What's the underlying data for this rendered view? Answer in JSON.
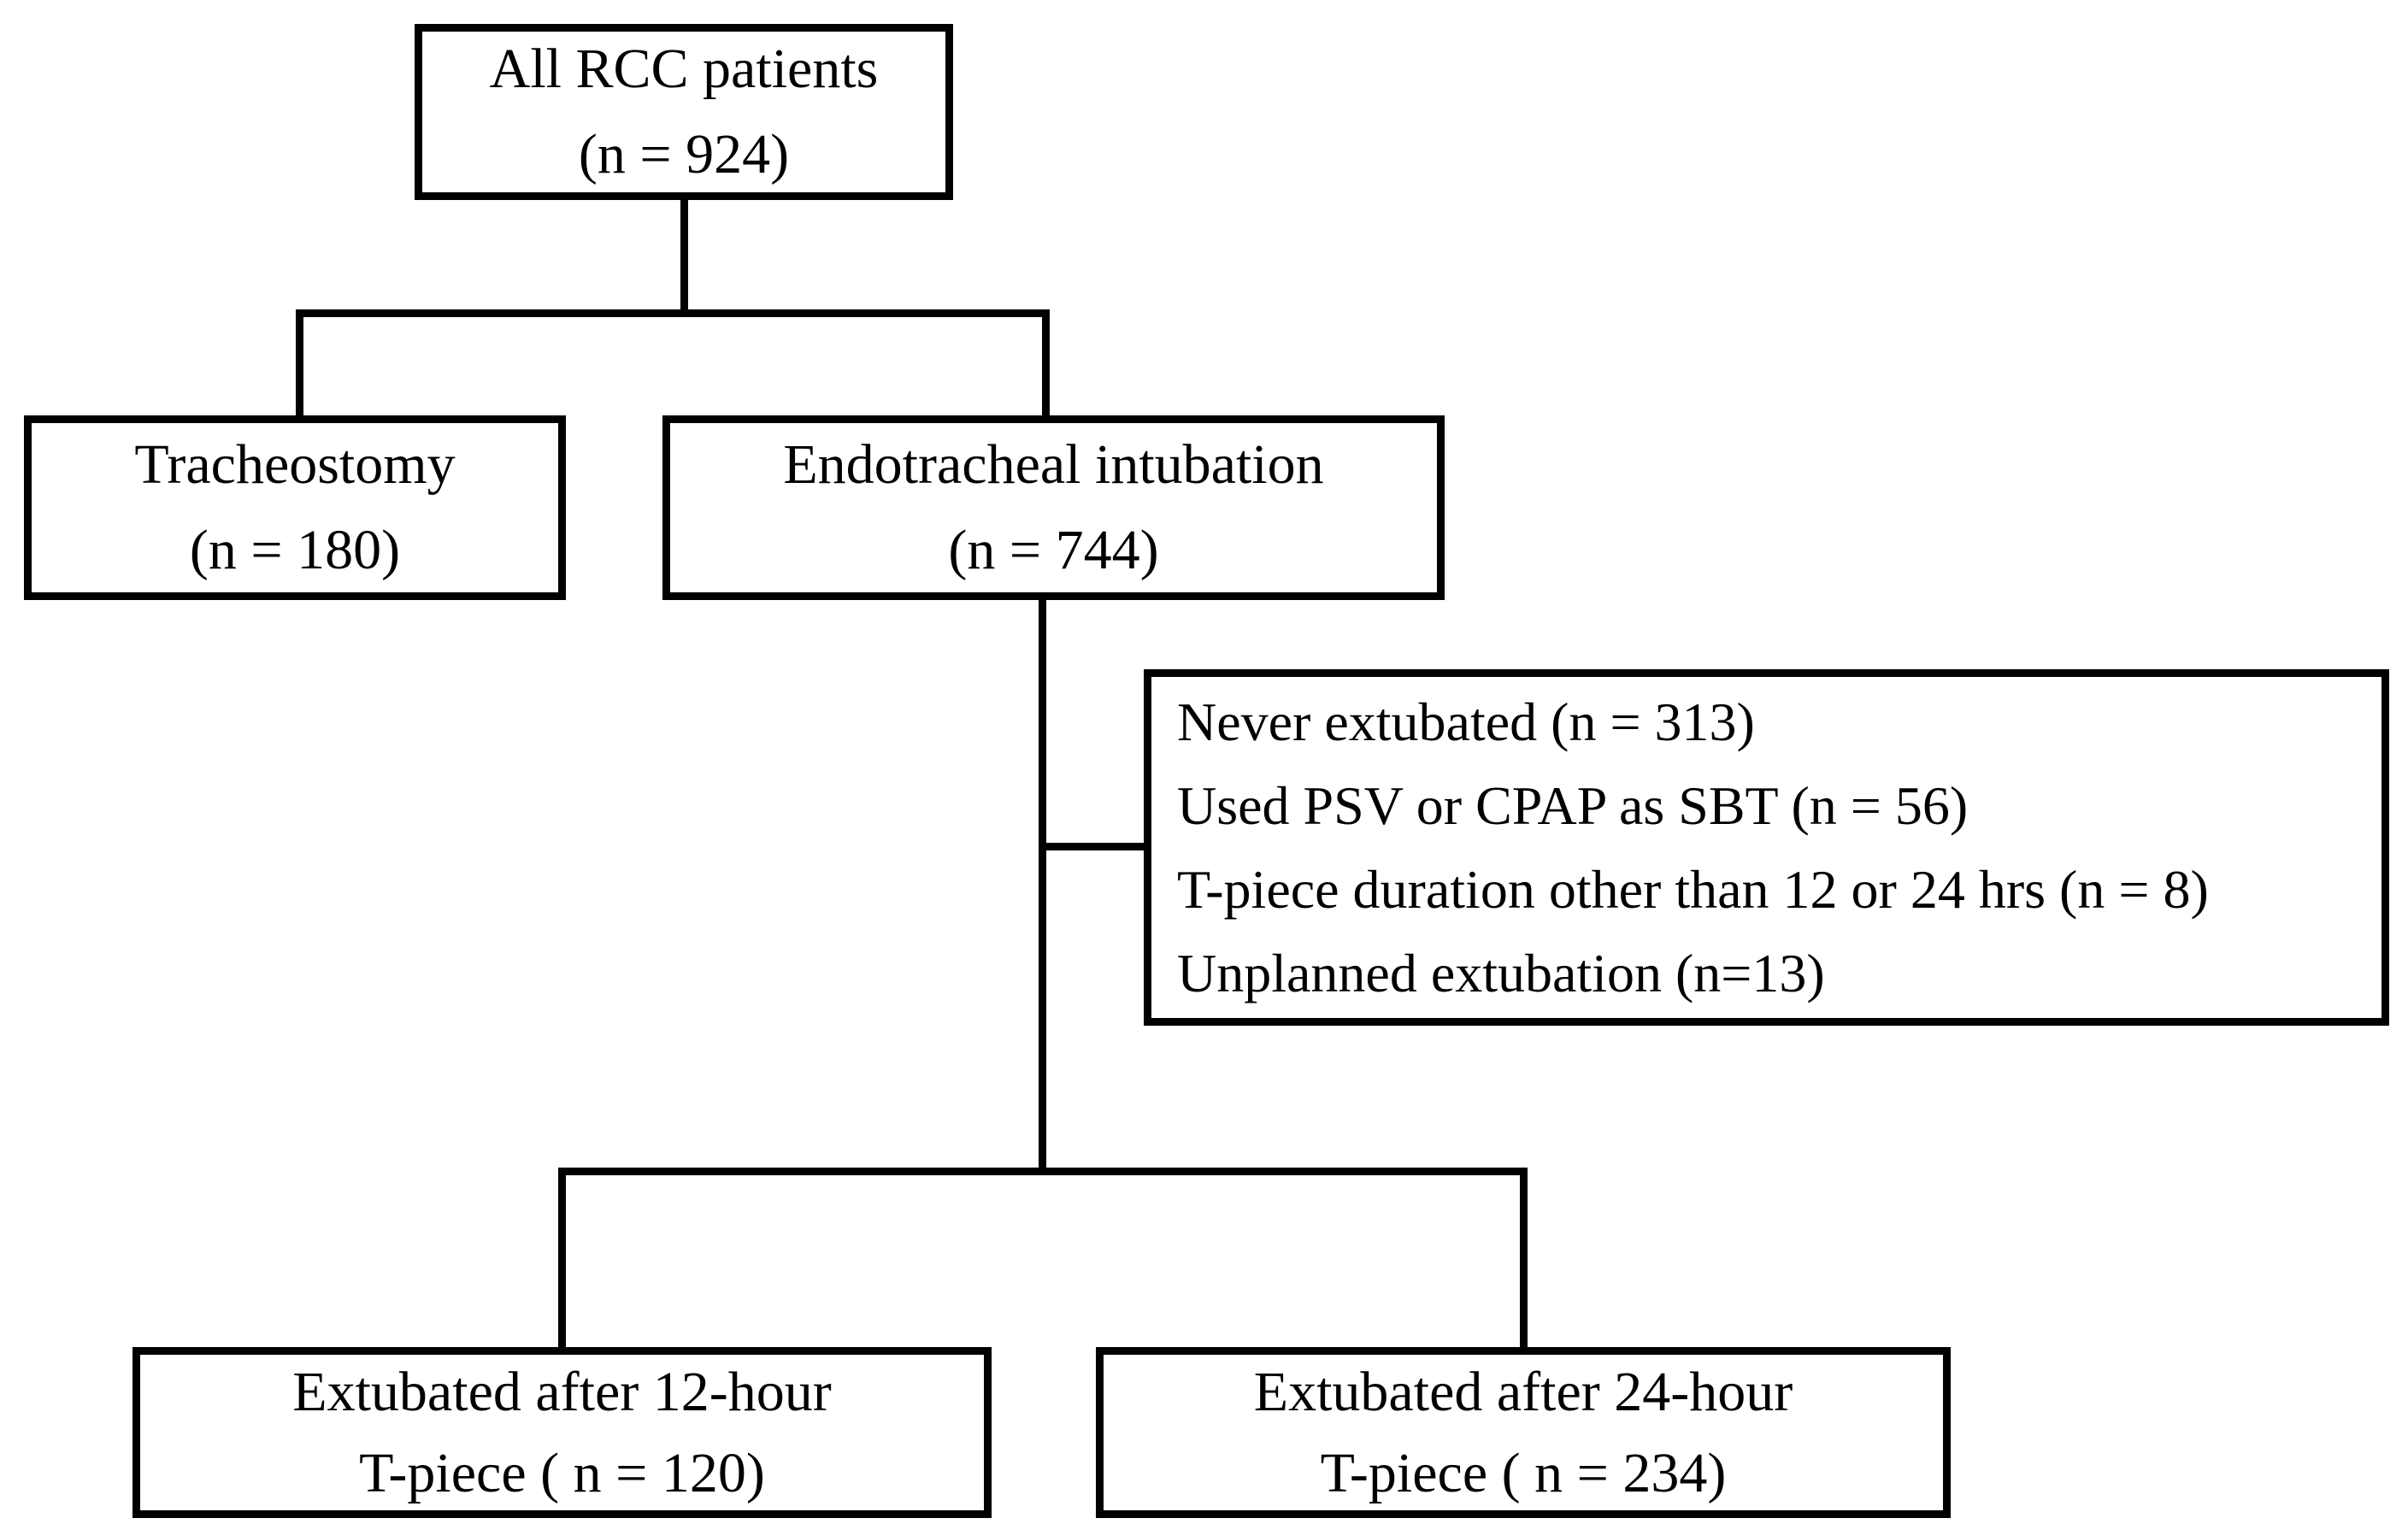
{
  "figure": {
    "kind": "patient-flow-diagram",
    "colors": {
      "background": "#ffffff",
      "line": "#000000",
      "text": "#000000"
    }
  },
  "nodes": {
    "all_rcc": {
      "line1": "All RCC patients",
      "line2": "(n = 924)"
    },
    "tracheostomy": {
      "line1": "Tracheostomy",
      "line2": "(n = 180)"
    },
    "endotracheal": {
      "line1": "Endotracheal intubation",
      "line2": "(n = 744)"
    },
    "exclusions": {
      "lines": [
        "Never extubated (n = 313)",
        "Used PSV or CPAP as SBT (n = 56)",
        "T-piece duration other than 12 or 24 hrs (n = 8)",
        "Unplanned extubation (n=13)"
      ]
    },
    "extubated_12h": {
      "line1": "Extubated after 12-hour",
      "line2": "T-piece ( n = 120)"
    },
    "extubated_24h": {
      "line1": "Extubated after 24-hour",
      "line2": "T-piece ( n = 234)"
    }
  }
}
